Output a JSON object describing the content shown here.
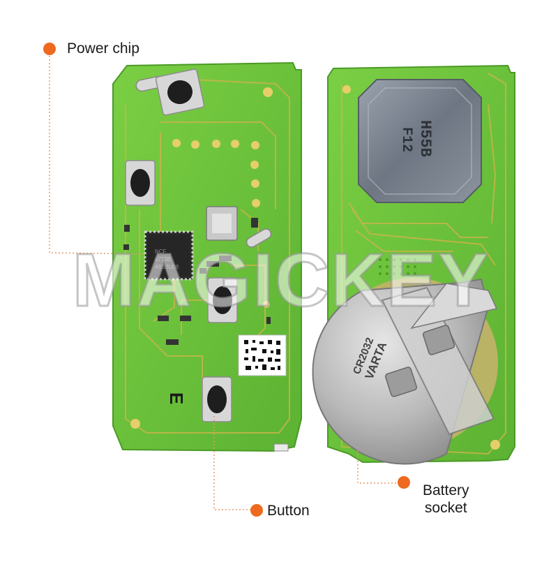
{
  "labels": {
    "power_chip": "Power chip",
    "button": "Button",
    "battery_socket_line1": "Battery",
    "battery_socket_line2": "socket"
  },
  "watermark": "MAGICKEY",
  "chip_markings": {
    "power_chip_line1": "NCF",
    "power_chip_line2": "4773B",
    "power_chip_line3": "A5S2U08",
    "shield_line1": "H55B",
    "shield_line2": "F12",
    "battery_line1": "CR2032",
    "battery_line2": "VARTA",
    "silkscreen_mark": "E"
  },
  "colors": {
    "accent_orange": "#ee6a1f",
    "pcb_green": "#6cc13a",
    "pcb_green_dark": "#4ea52a",
    "trace_gold": "#c8b84a",
    "leader_line": "#e59a6a"
  }
}
